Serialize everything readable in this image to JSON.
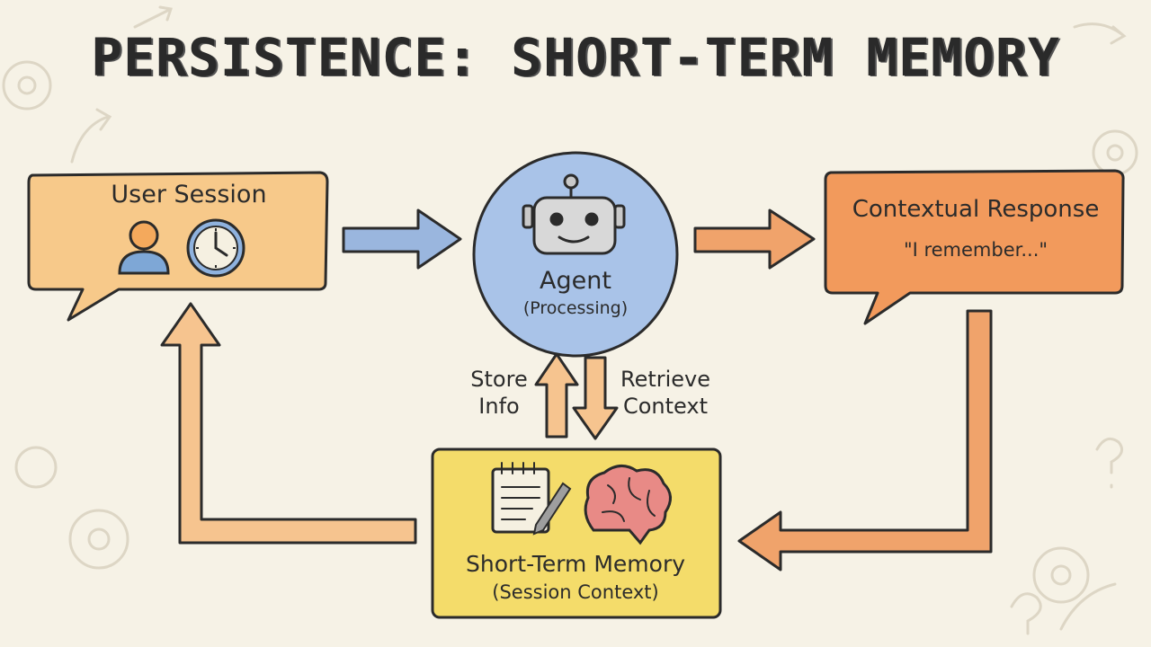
{
  "title": "PERSISTENCE: SHORT-TERM MEMORY",
  "nodes": {
    "user_session": {
      "label": "User Session"
    },
    "agent": {
      "label": "Agent",
      "sublabel": "(Processing)"
    },
    "contextual_response": {
      "label": "Contextual Response",
      "sublabel": "\"I remember...\""
    },
    "short_term_memory": {
      "label": "Short-Term Memory",
      "sublabel": "(Session Context)"
    }
  },
  "edges": {
    "store": "Store\nInfo",
    "retrieve": "Retrieve\nContext"
  },
  "colors": {
    "user_box": "#f7c98a",
    "agent_circle": "#a9c3e8",
    "response_box": "#f29a5c",
    "memory_box": "#f4dc6a",
    "arrow_blue": "#9ab6de",
    "arrow_orange": "#f0a36b",
    "arrow_light": "#f6c48f"
  }
}
